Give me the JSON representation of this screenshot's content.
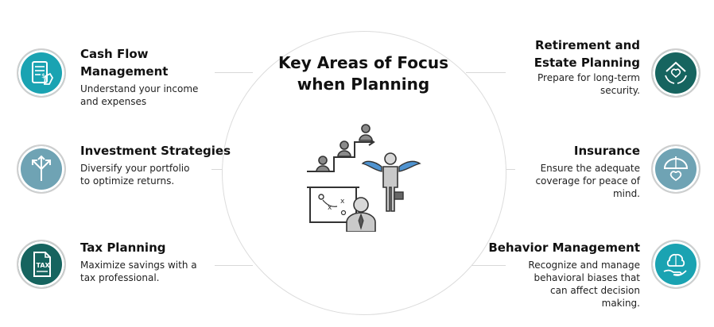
{
  "center": {
    "title_line1": "Key Areas of Focus",
    "title_line2": "when Planning"
  },
  "colors": {
    "teal": "#1aa3b2",
    "slate_blue": "#6fa3b4",
    "dark_teal": "#16645f",
    "text": "#111111",
    "line": "#d8d8d8"
  },
  "left_items": [
    {
      "title": "Cash Flow Management",
      "desc_line1": "Understand your income",
      "desc_line2": "and expenses",
      "icon": "budget-document-icon",
      "color": "#1aa3b2"
    },
    {
      "title": "Investment Strategies",
      "desc_line1": "Diversify your portfolio",
      "desc_line2": "to optimize returns.",
      "icon": "diverging-arrows-icon",
      "color": "#6fa3b4"
    },
    {
      "title": "Tax Planning",
      "desc_line1": "Maximize savings with a",
      "desc_line2": "tax professional.",
      "icon": "tax-document-icon",
      "color": "#16645f"
    }
  ],
  "right_items": [
    {
      "title_line1": "Retirement and",
      "title_line2": "Estate Planning",
      "desc_line1": "Prepare for long-term",
      "desc_line2": "security.",
      "icon": "house-hands-heart-icon",
      "color": "#16645f"
    },
    {
      "title": "Insurance",
      "desc_line1": "Ensure the adequate",
      "desc_line2": "coverage for peace of",
      "desc_line3": "mind.",
      "icon": "umbrella-heart-icon",
      "color": "#6fa3b4"
    },
    {
      "title": "Behavior Management",
      "desc_line1": "Recognize and manage",
      "desc_line2": "behavioral biases that",
      "desc_line3": "can affect decision",
      "desc_line4": "making.",
      "icon": "brain-hand-icon",
      "color": "#1aa3b2"
    }
  ]
}
